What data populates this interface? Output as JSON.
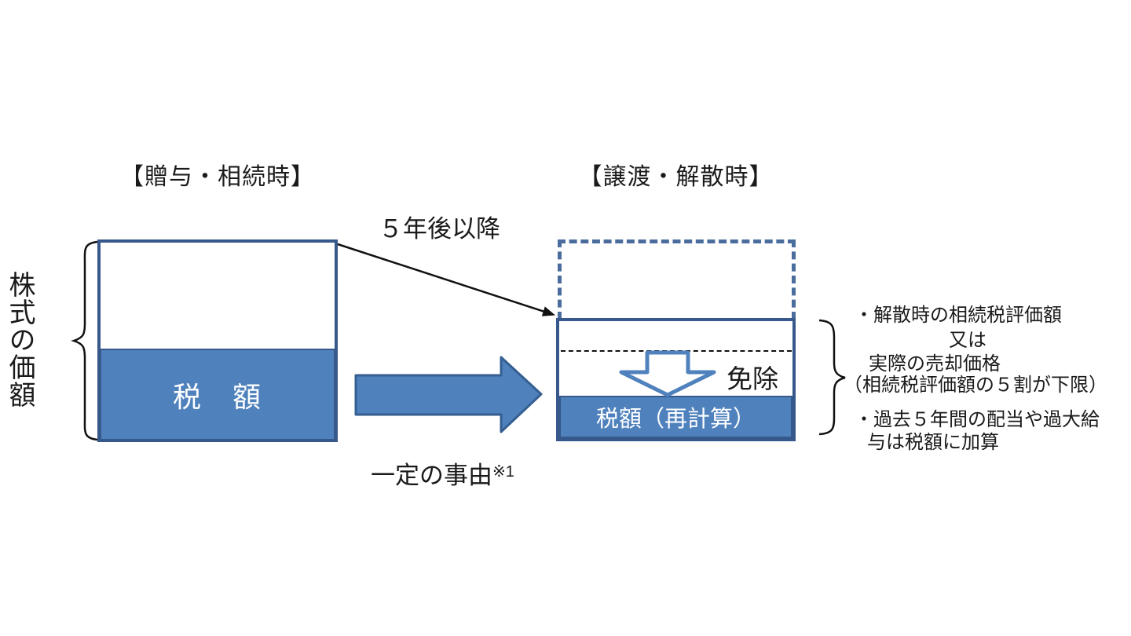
{
  "colors": {
    "accent_fill": "#4f81bd",
    "accent_border": "#36588a",
    "dashed_border": "#4a6d9e",
    "text": "#1a1a1a"
  },
  "left_panel": {
    "title": "【贈与・相続時】",
    "axis_label": "株式の価額",
    "tax_label": "税　額"
  },
  "right_panel": {
    "title": "【譲渡・解散時】",
    "exemption_label": "免除",
    "tax_recalc_label": "税額（再計算）"
  },
  "arrows": {
    "five_years_label": "５年後以降",
    "certain_events_label": "一定の事由",
    "certain_events_note_ref": "※1"
  },
  "annotations": {
    "lines": [
      "・解散時の相続税評価額",
      "又は",
      "実際の売却価格",
      "（相続税評価額の５割が下限）",
      "・過去５年間の配当や過大給",
      "与は税額に加算"
    ]
  }
}
